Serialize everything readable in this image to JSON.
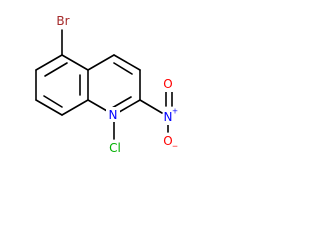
{
  "molecule": {
    "atoms": {
      "br": {
        "label": "Br",
        "color": "#a52a2a"
      },
      "n_ring": {
        "label": "N",
        "color": "#0000ff"
      },
      "cl": {
        "label": "Cl",
        "color": "#00b000"
      },
      "n_nitro": {
        "label": "N",
        "color": "#0000ff",
        "charge": "+"
      },
      "o_top": {
        "label": "O",
        "color": "#ff0000"
      },
      "o_bottom": {
        "label": "O",
        "color": "#ff0000",
        "charge": "−"
      }
    }
  }
}
